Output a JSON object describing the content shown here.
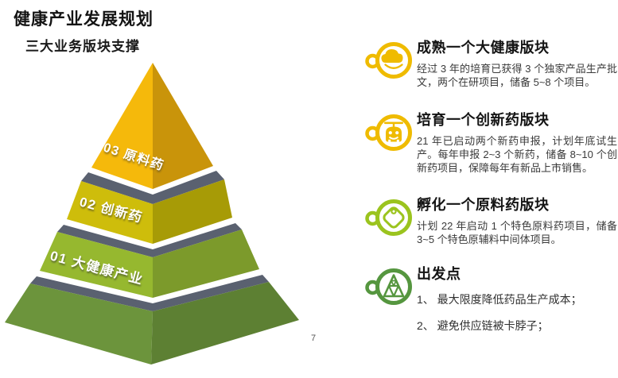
{
  "slide": {
    "title": "健康产业发展规划",
    "subtitle": "三大业务版块支撑",
    "page_number": "7"
  },
  "pyramid": {
    "separator_color": "#5A6170",
    "layers": [
      {
        "label": "03 原料药",
        "left_color": "#F5B90B",
        "right_color": "#C9940A"
      },
      {
        "label": "02 创新药",
        "left_color": "#CEBD0B",
        "right_color": "#A79B06"
      },
      {
        "label": "01 大健康产业",
        "left_color": "#96B82F",
        "right_color": "#7C9A2B"
      },
      {
        "label": "",
        "left_color": "#6C943C",
        "right_color": "#5D8033"
      }
    ]
  },
  "sections": [
    {
      "icon": "health-food-icon",
      "color": "#EFBB00",
      "heading": "成熟一个大健康版块",
      "body": "经过 3 年的培育已获得 3 个独家产品生产批文，两个在研项目，储备 5~8 个项目。"
    },
    {
      "icon": "helicopter-icon",
      "color": "#EFBB00",
      "heading": "培育一个创新药版块",
      "body": "21 年已启动两个新药申报，计划年底试生产。每年申报 2~3 个新药，储备 8~10 个创新药项目，保障每年有新品上市销售。"
    },
    {
      "icon": "price-tag-icon",
      "color": "#9BC41E",
      "heading": "孵化一个原料药版块",
      "body": "计划 22 年启动 1 个特色原料药项目，储备 3~5 个特色原辅料中间体项目。"
    },
    {
      "icon": "triangle-pyramid-icon",
      "color": "#55963F",
      "heading": "出发点",
      "items": [
        "1、 最大限度降低药品生产成本；",
        "2、 避免供应链被卡脖子；"
      ]
    }
  ]
}
